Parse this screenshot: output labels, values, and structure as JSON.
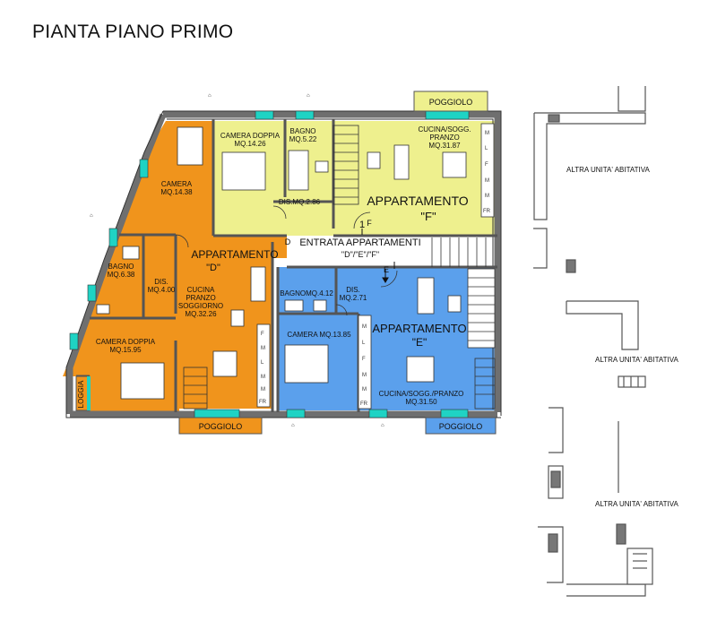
{
  "title": "PIANTA PIANO PRIMO",
  "colors": {
    "apt_d": "#f0941c",
    "apt_f": "#eef08e",
    "apt_e": "#5ba0ec",
    "wall": "#7a7a7a",
    "window": "#1fd3c4",
    "corridor": "#ffffff"
  },
  "apartments": {
    "d": {
      "name": "APPARTAMENTO",
      "code": "\"D\""
    },
    "e": {
      "name": "APPARTAMENTO",
      "code": "\"E\""
    },
    "f": {
      "name": "APPARTAMENTO",
      "code": "\"F\""
    }
  },
  "entrance": {
    "line1": "ENTRATA APPARTAMENTI",
    "line2": "\"D\"/\"E\"/\"F\"",
    "marker_d": "D",
    "marker_e": "E",
    "marker_f": "F",
    "marker_1": "1"
  },
  "rooms": {
    "camera_d": {
      "name": "CAMERA",
      "area": "MQ.14.38"
    },
    "bagno_d": {
      "name": "BAGNO",
      "area": "MQ.6.38"
    },
    "dis_d": {
      "name": "DIS.",
      "area": "MQ.4.00"
    },
    "cucina_d": {
      "line1": "CUCINA",
      "line2": "PRANZO",
      "line3": "SOGGIORNO",
      "area": "MQ.32.26"
    },
    "camera_doppia_d": {
      "name": "CAMERA DOPPIA",
      "area": "MQ.15.95"
    },
    "loggia": {
      "name": "LOGGIA"
    },
    "camera_doppia_f": {
      "name": "CAMERA DOPPIA",
      "area": "MQ.14.26"
    },
    "bagno_f": {
      "name": "BAGNO",
      "area": "MQ.5.22"
    },
    "dis_f": {
      "name": "DIS.MQ.2.86"
    },
    "cucina_f": {
      "line1": "CUCINA/SOGG.",
      "line2": "PRANZO",
      "area": "MQ.31.87"
    },
    "bagno_e": {
      "name": "BAGNOMQ.4.12"
    },
    "dis_e": {
      "name": "DIS.",
      "area": "MQ.2.71"
    },
    "camera_e": {
      "name": "CAMERA MQ.13.85"
    },
    "cucina_e": {
      "name": "CUCINA/SOGG./PRANZO",
      "area": "MQ.31.50"
    }
  },
  "balconies": {
    "top": "POGGIOLO",
    "bottom_d": "POGGIOLO",
    "bottom_e": "POGGIOLO"
  },
  "other_units": {
    "label1": "ALTRA UNITA' ABITATIVA",
    "label2": "ALTRA UNITA' ABITATIVA",
    "label3": "ALTRA UNITA' ABITATIVA"
  },
  "furniture_letters": {
    "kitchen_f": [
      "M",
      "L",
      "F",
      "M",
      "M",
      "FR"
    ],
    "kitchen_d": [
      "F",
      "M",
      "L",
      "M",
      "M",
      "FR"
    ],
    "kitchen_e": [
      "M",
      "L",
      "F",
      "M",
      "M",
      "FR"
    ]
  }
}
